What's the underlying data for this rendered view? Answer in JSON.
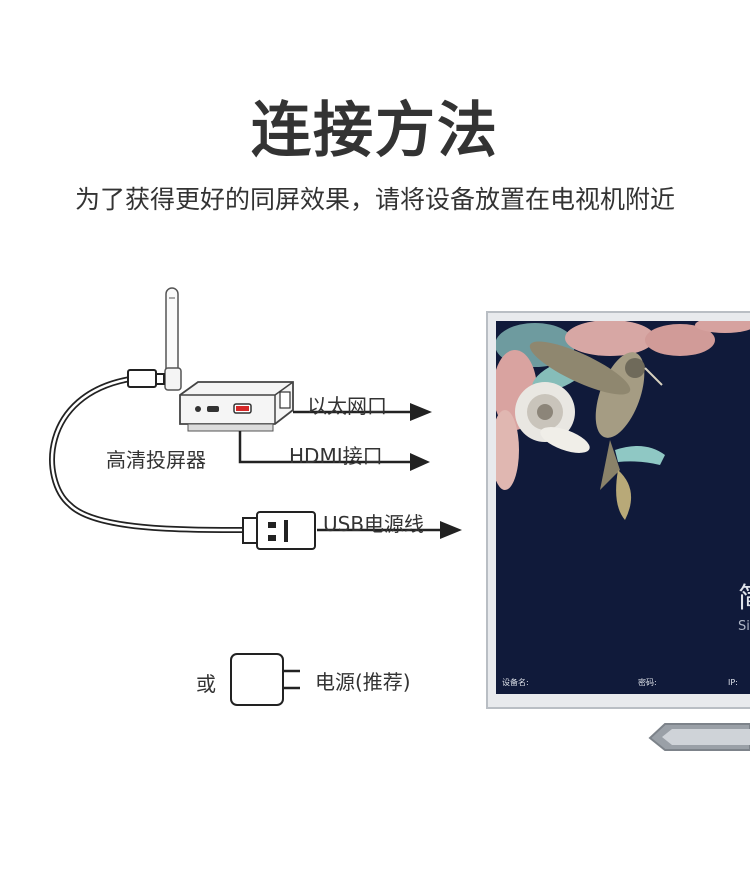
{
  "heading": {
    "title": "连接方法",
    "subtitle": "为了获得更好的同屏效果，请将设备放置在电视机附近"
  },
  "diagram": {
    "device_label": "高清投屏器",
    "ports": {
      "ethernet": "以太网口",
      "hdmi": "HDMI接口",
      "usb": "USB电源线"
    },
    "alt_power": {
      "or_label": "或",
      "adapter_label": "电源(推荐)"
    },
    "tv_screen": {
      "device_name_label": "设备名:",
      "password_label": "密码:",
      "ip_label": "IP:",
      "brand_glyph": "简",
      "brand_sub": "Si"
    }
  },
  "colors": {
    "screen_bg": "#101a3a",
    "line": "#222222",
    "tv_bezel": "#cfd3d8"
  }
}
